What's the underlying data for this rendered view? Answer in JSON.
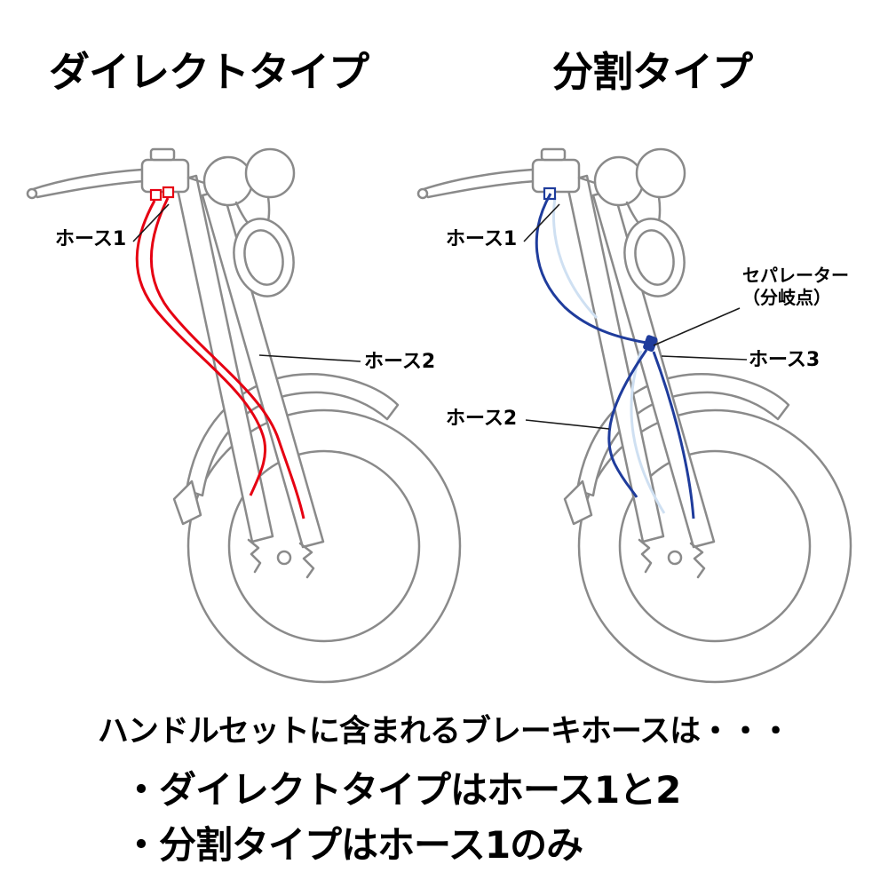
{
  "titles": {
    "direct": "ダイレクトタイプ",
    "split": "分割タイプ"
  },
  "direct_diagram": {
    "hose1_label": "ホース1",
    "hose2_label": "ホース2",
    "hose_color": "#e60012"
  },
  "split_diagram": {
    "hose1_label": "ホース1",
    "hose2_label": "ホース2",
    "hose3_label": "ホース3",
    "separator_label_line1": "セパレーター",
    "separator_label_line2": "（分岐点）",
    "hose_color": "#1f3c9c",
    "hose_highlight_color": "#cfe0f2"
  },
  "line_art_color": "#8a8a8a",
  "footer": {
    "lead": "ハンドルセットに含まれるブレーキホースは・・・",
    "bullets": [
      "・ダイレクトタイプはホース1と2",
      "・分割タイプはホース1のみ"
    ]
  }
}
